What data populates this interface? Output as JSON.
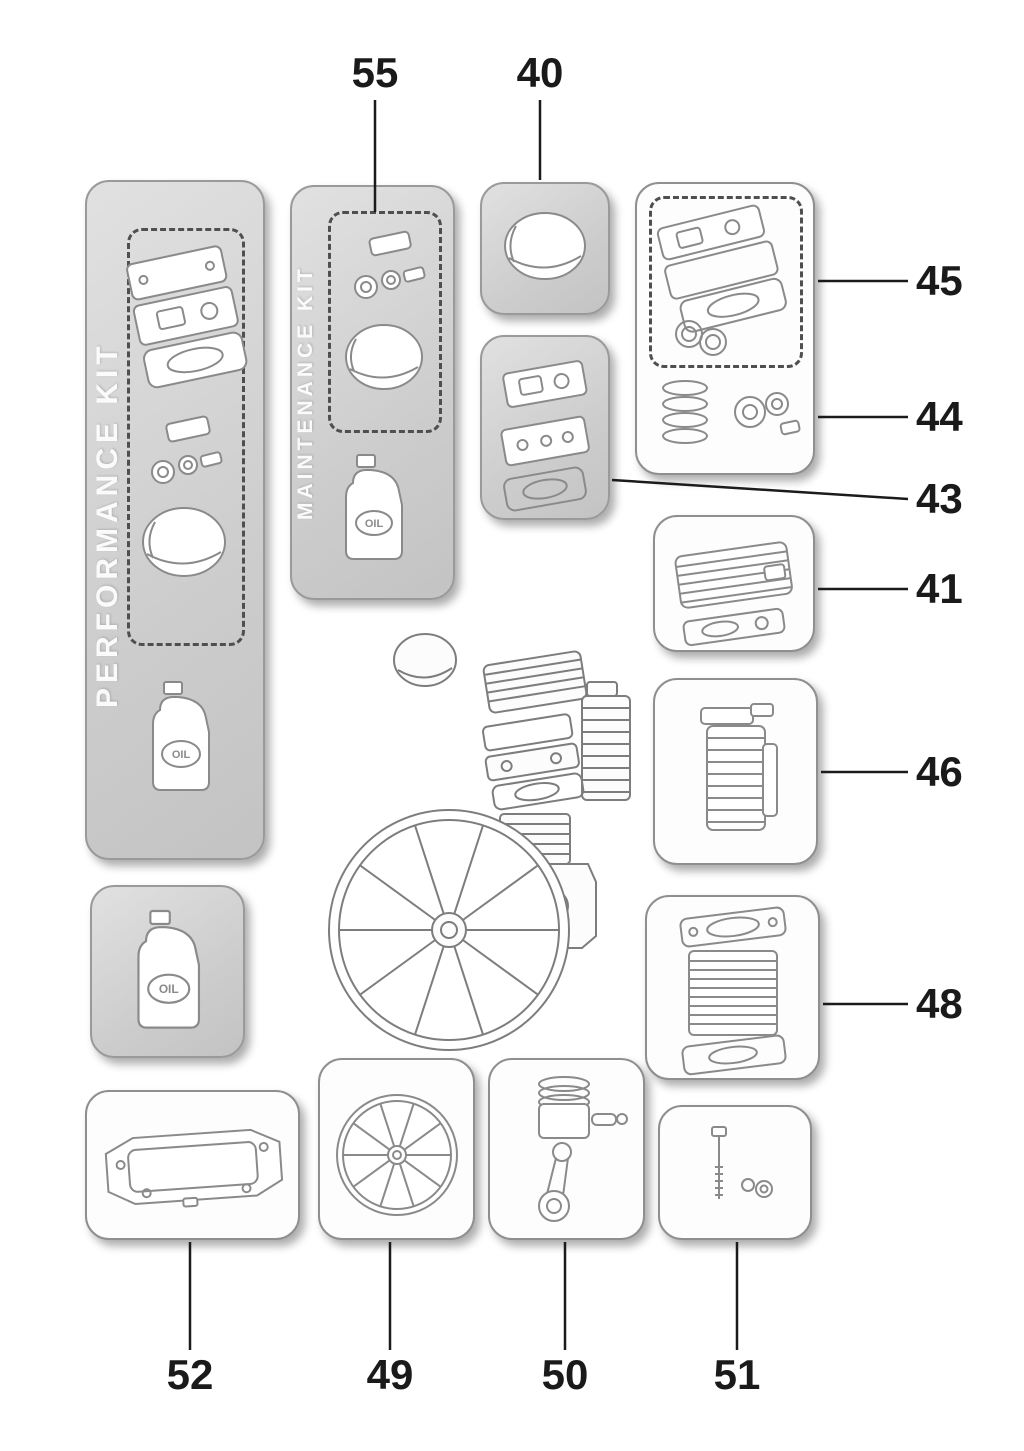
{
  "colors": {
    "background": "#ffffff",
    "callout_text": "#1a1a1a",
    "leader_line": "#1b1b1b",
    "box_fill_gray": "#d2d2d2",
    "box_fill_white": "#fdfdfd",
    "box_border": "#8f8f8f",
    "dashed_outline": "#4f4f4f",
    "sketch_stroke": "#8a8a8a",
    "kit_text": "#f4f4f4"
  },
  "labels": {
    "oil": "OIL"
  },
  "kits": {
    "performance": "PERFORMANCE KIT",
    "maintenance": "MAINTENANCE KIT"
  },
  "callouts": {
    "n55": "55",
    "n40": "40",
    "n45": "45",
    "n44": "44",
    "n43": "43",
    "n41": "41",
    "n46": "46",
    "n48": "48",
    "n52": "52",
    "n49": "49",
    "n50": "50",
    "n51": "51"
  },
  "figures": {
    "performance_box": "performance-kit-contents",
    "maintenance_box": "maintenance-kit-contents",
    "box40": "air-filter",
    "box45": "gasket-set",
    "box44": "piston-rings-and-bearings",
    "box43": "valve-plate-kit",
    "box41": "cylinder-head",
    "box46": "head-assembly",
    "box48": "cylinder-kit",
    "box52": "base-gasket",
    "box49": "flywheel",
    "box50": "piston-and-connecting-rod",
    "box51": "fasteners",
    "oil_box": "oil-bottle",
    "center": "exploded-pump-assembly"
  }
}
